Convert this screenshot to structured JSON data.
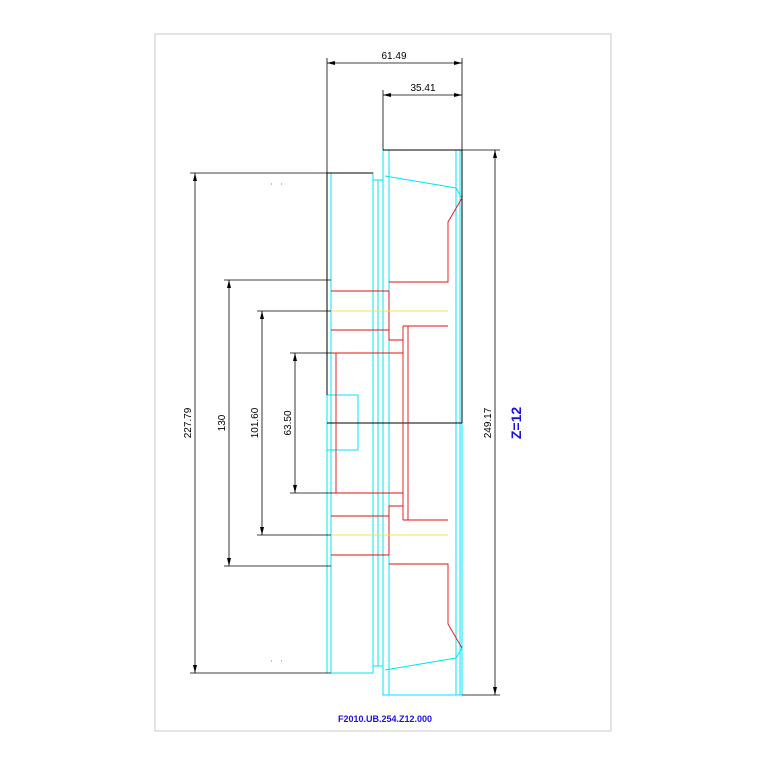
{
  "dimensions": {
    "top_width_outer": "61.49",
    "top_width_inner": "35.41",
    "height_227": "227.79",
    "height_130": "130",
    "height_101": "101.60",
    "height_63": "63.50",
    "height_249": "249.17"
  },
  "tooth_count": "Z=12",
  "part_number": "F2010.UB.254.Z12.000",
  "colors": {
    "outline": "#00e5f0",
    "hidden": "#e01010",
    "centerline": "#f0e060",
    "dimension": "#000000",
    "label": "#1a10e0"
  }
}
